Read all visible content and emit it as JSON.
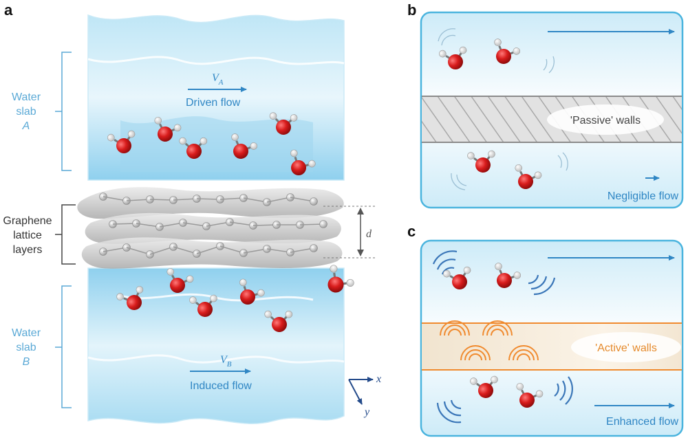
{
  "panels": {
    "a": "a",
    "b": "b",
    "c": "c"
  },
  "panel_a": {
    "slab_a": {
      "line1": "Water",
      "line2": "slab",
      "line3": "A"
    },
    "slab_b": {
      "line1": "Water",
      "line2": "slab",
      "line3": "B"
    },
    "graphene": {
      "line1": "Graphene",
      "line2": "lattice",
      "line3": "layers"
    },
    "velocity_a": "V",
    "velocity_a_sub": "A",
    "velocity_b": "V",
    "velocity_b_sub": "B",
    "driven_flow": "Driven flow",
    "induced_flow": "Induced flow",
    "spacing": "d",
    "axis_x": "x",
    "axis_y": "y"
  },
  "panel_b": {
    "wall_label": "'Passive' walls",
    "flow_label": "Negligible flow"
  },
  "panel_c": {
    "wall_label": "'Active' walls",
    "flow_label": "Enhanced flow"
  },
  "colors": {
    "water_light": "#d7eef9",
    "water_mid": "#9fd6ef",
    "frame_blue": "#4ab4de",
    "arrow_blue": "#2f86c4",
    "oxygen_red": "#d21d1d",
    "hydrogen_white": "#f2f2f2",
    "graphene_gray": "#b9b9b9",
    "active_orange": "#f08a2e"
  }
}
